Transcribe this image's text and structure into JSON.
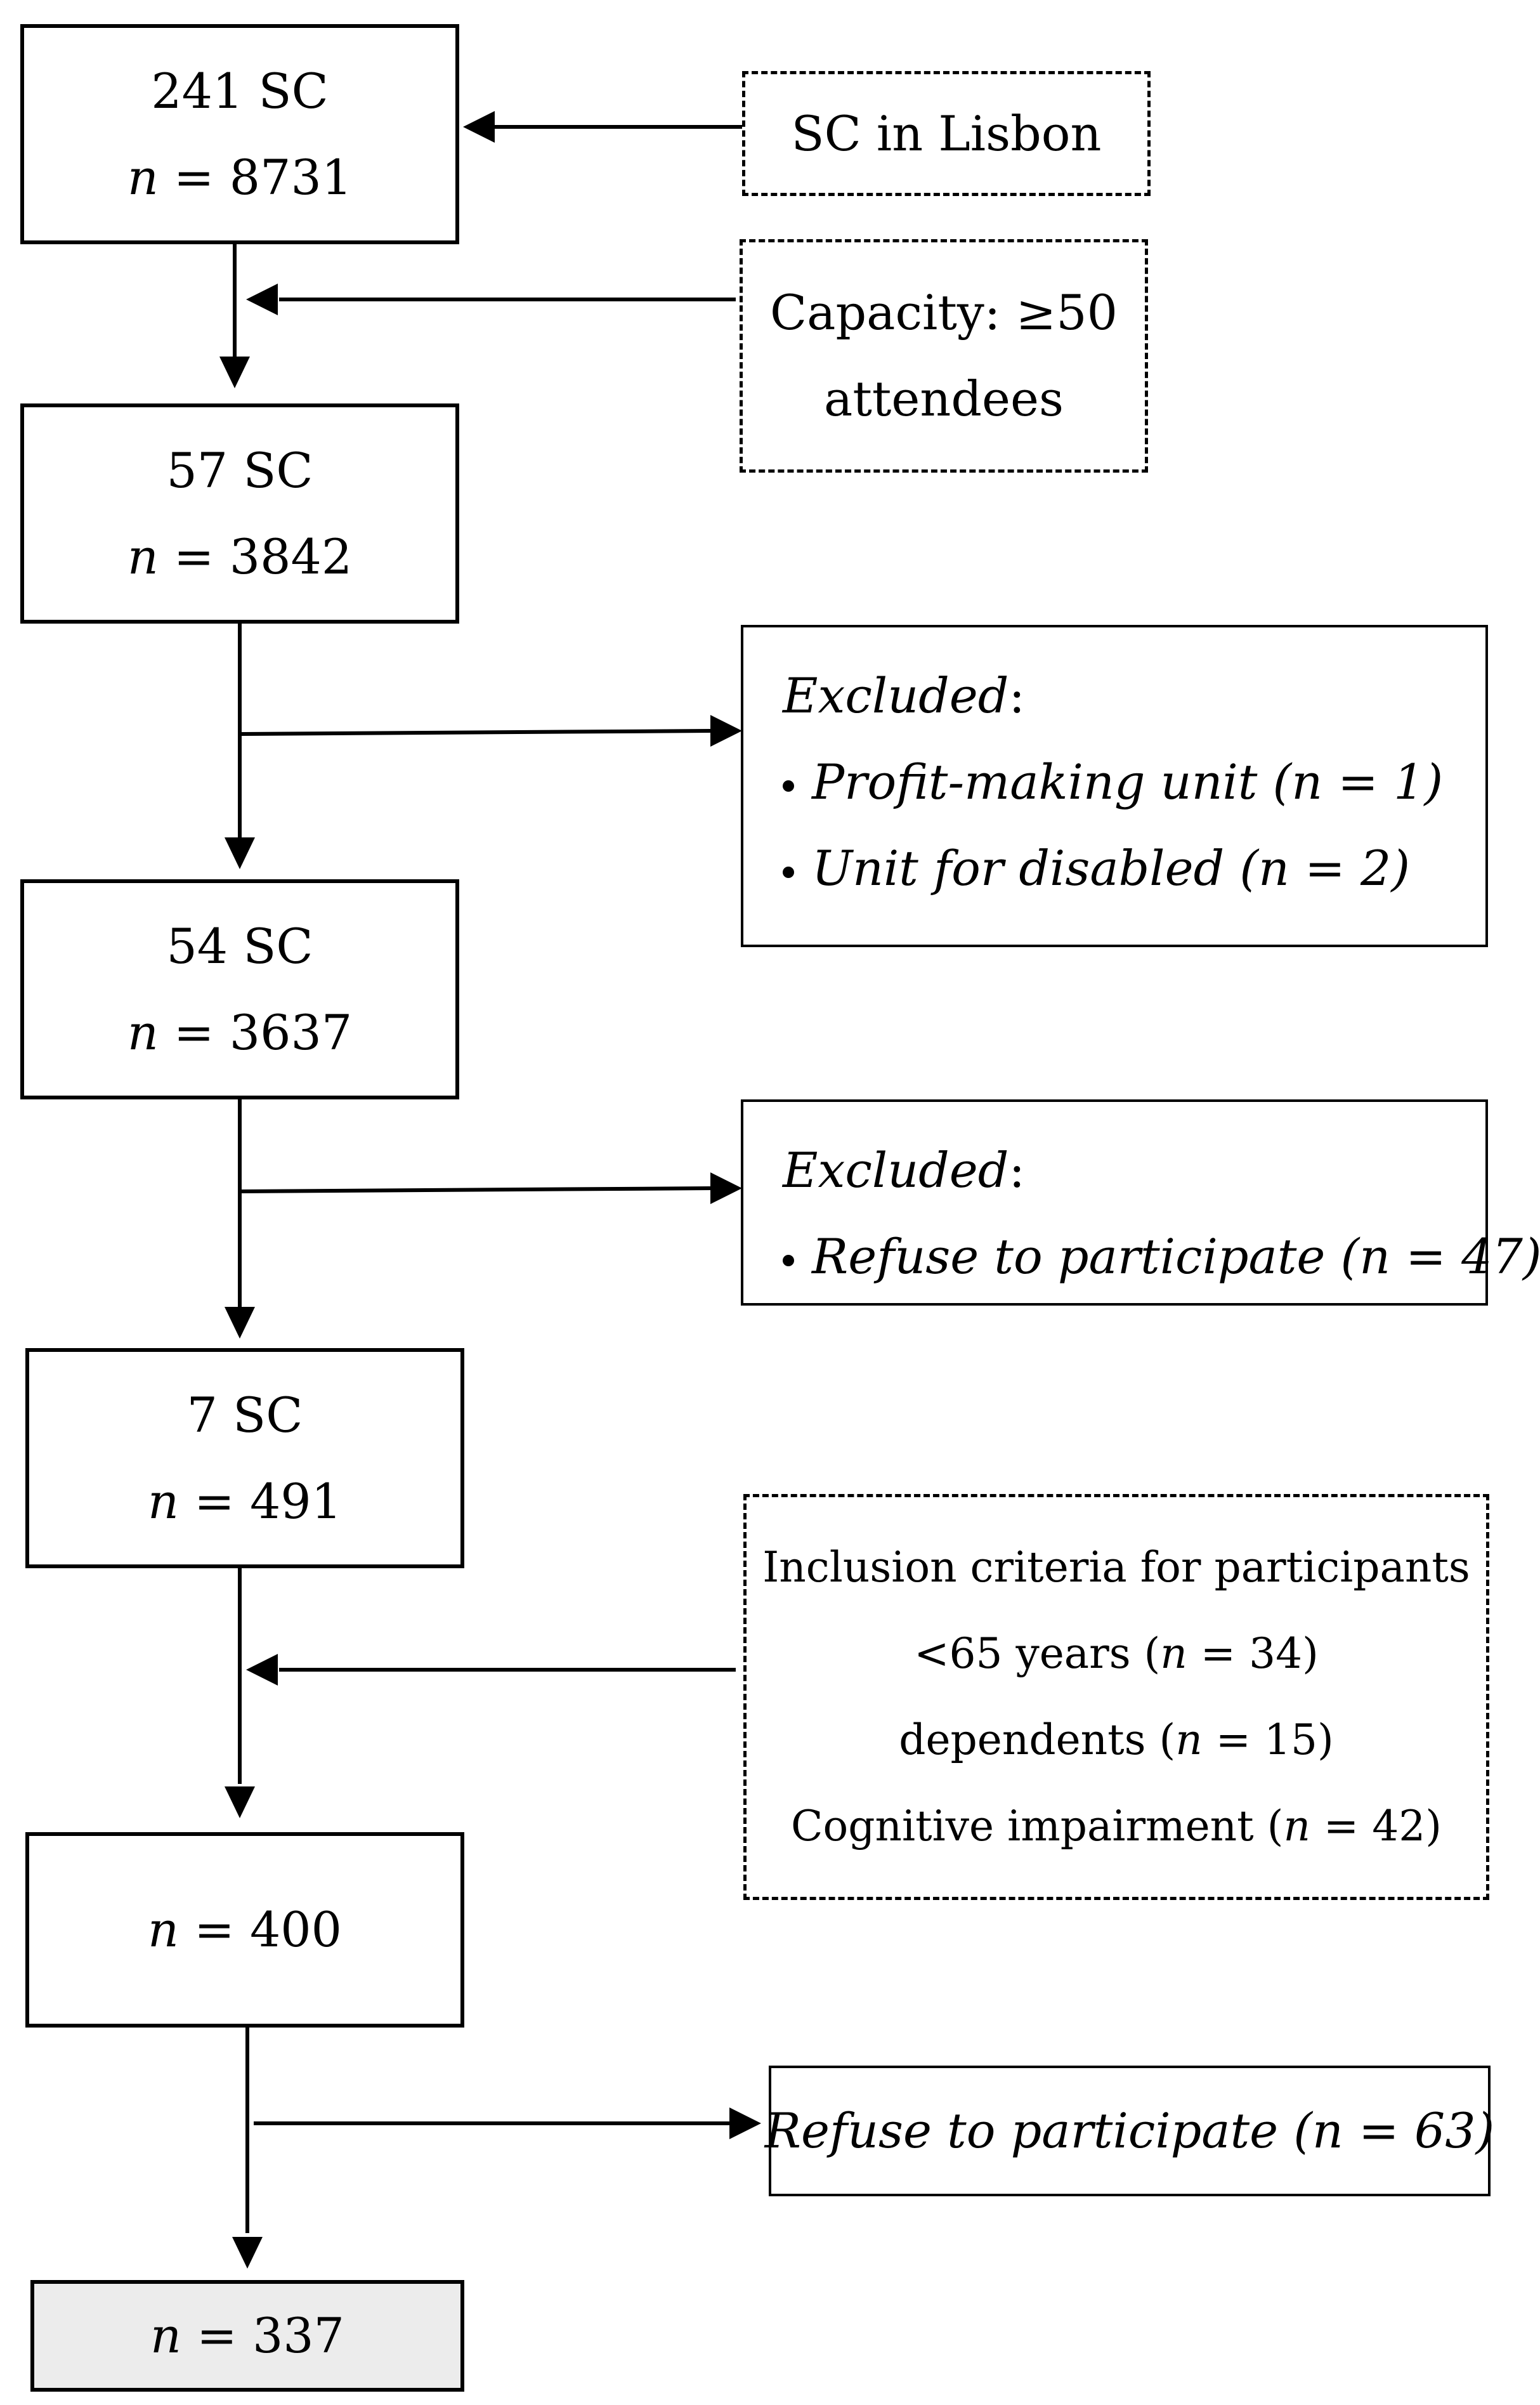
{
  "flow": {
    "box1": {
      "count": "241 SC",
      "n": "8731"
    },
    "box2": {
      "count": "57 SC",
      "n": "3842"
    },
    "box3": {
      "count": "54 SC",
      "n": "3637"
    },
    "box4": {
      "count": "7 SC",
      "n": "491"
    },
    "box5": {
      "n": "400"
    },
    "box6": {
      "n": "337"
    }
  },
  "side": {
    "source": {
      "text": "SC in Lisbon"
    },
    "capacity": {
      "line1": "Capacity: ≥50",
      "line2": "attendees"
    },
    "excluded1": {
      "heading": "Excluded",
      "items": [
        {
          "text": "Profit-making unit (",
          "n": "1",
          "close": ")"
        },
        {
          "text": "Unit for disabled (",
          "n": "2",
          "close": ")"
        }
      ]
    },
    "excluded2": {
      "heading": "Excluded",
      "items": [
        {
          "text": "Refuse to participate (",
          "n": "47",
          "close": ")"
        }
      ]
    },
    "inclusion": {
      "title": "Inclusion criteria for participants",
      "items": [
        {
          "text": "<65 years (",
          "n": "34",
          "close": ")"
        },
        {
          "text": "dependents (",
          "n": "15",
          "close": ")"
        },
        {
          "text": "Cognitive impairment (",
          "n": "42",
          "close": ")"
        }
      ]
    },
    "refuse2": {
      "text": "Refuse to participate (",
      "n": "63",
      "close": ")"
    }
  },
  "symbols": {
    "n_label": "n",
    "eq": " = ",
    "colon": ":"
  },
  "colors": {
    "stroke": "#000000",
    "final_fill": "#ececec"
  }
}
